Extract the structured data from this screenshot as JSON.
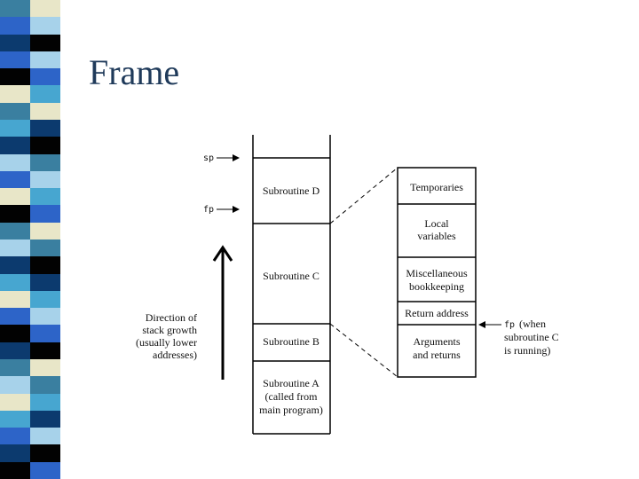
{
  "slide": {
    "title": "Frame"
  },
  "diagram": {
    "stack_frames": [
      {
        "line1": "Subroutine D",
        "line2": "",
        "line3": ""
      },
      {
        "line1": "Subroutine C",
        "line2": "",
        "line3": ""
      },
      {
        "line1": "Subroutine B",
        "line2": "",
        "line3": ""
      },
      {
        "line1": "Subroutine A",
        "line2": "(called from",
        "line3": "main program)"
      }
    ],
    "pointers": {
      "sp": "sp",
      "fp": "fp"
    },
    "direction_label": [
      "Direction of",
      "stack growth",
      "(usually lower",
      "addresses)"
    ],
    "frame_detail": [
      {
        "line1": "Temporaries",
        "line2": ""
      },
      {
        "line1": "Local",
        "line2": "variables"
      },
      {
        "line1": "Miscellaneous",
        "line2": "bookkeeping"
      },
      {
        "line1": "Return address",
        "line2": ""
      },
      {
        "line1": "Arguments",
        "line2": "and returns"
      }
    ],
    "fp_note": {
      "mono": "fp",
      "line1": "(when",
      "line2": "subroutine C",
      "line3": "is running)"
    }
  },
  "decor": {
    "strip_colors": [
      "#3a7fa0",
      "#2d64c8",
      "#0c3a6e",
      "#e8e6c8",
      "#a7d2ea",
      "#020202",
      "#47a6d0"
    ]
  }
}
